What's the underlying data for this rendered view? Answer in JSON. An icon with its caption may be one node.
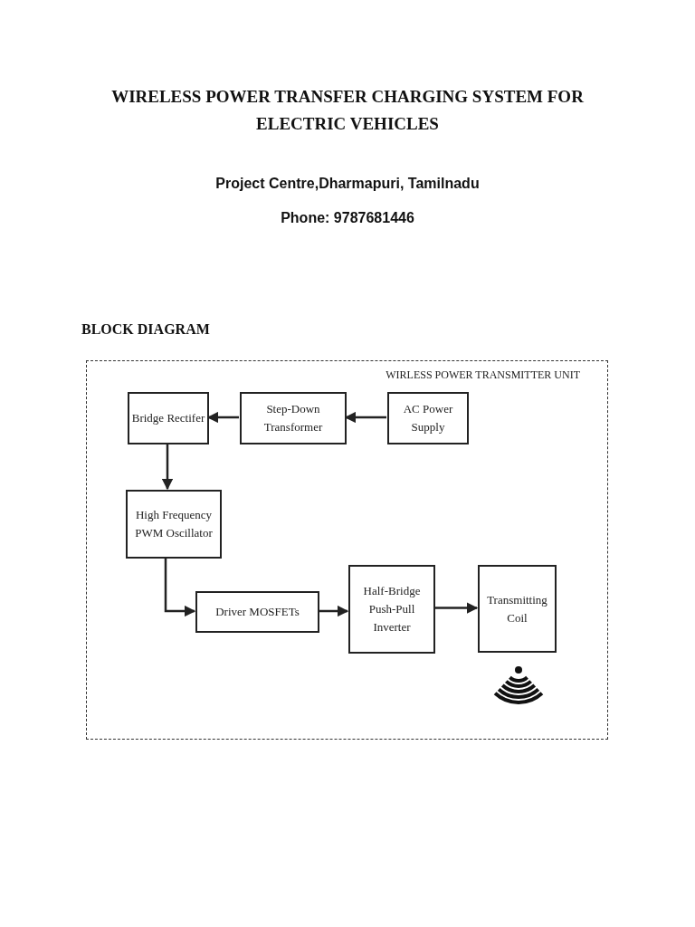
{
  "diagram": {
    "title": "WIRELESS POWER TRANSFER CHARGING SYSTEM FOR ELECTRIC VEHICLES",
    "nodes": [
      {
        "text": [
          "WIRLESS POWER TRANSMITTER UNIT"
        ]
      },
      {
        "text": [
          "Bridge Rectifer"
        ],
        "in": 0
      },
      {
        "text": [
          "Step-Down Transformer"
        ],
        "in": 0
      },
      {
        "text": [
          "AC Power Supply"
        ],
        "in": 0
      },
      {
        "text": [
          "High Frequency PWM Oscillator"
        ],
        "in": 0
      },
      {
        "text": [
          "Driver MOSFETs"
        ],
        "in": 0
      },
      {
        "text": [
          "Half-Bridge Push-Pull Inverter"
        ],
        "in": 0
      },
      {
        "text": [
          "Transmitting Coil"
        ],
        "in": 0
      }
    ],
    "edges": [
      {
        "from": 3,
        "to": 2,
        "arrow": "to"
      },
      {
        "from": 2,
        "to": 1,
        "arrow": "to"
      },
      {
        "from": 1,
        "to": 4,
        "arrow": "to"
      },
      {
        "from": 4,
        "to": 5,
        "arrow": "to"
      },
      {
        "from": 5,
        "to": 6,
        "arrow": "to"
      },
      {
        "from": 6,
        "to": 7,
        "arrow": "to"
      }
    ],
    "labels": [
      "Project Centre,Dharmapuri, Tamilnadu",
      "Phone: 9787681446",
      "BLOCK DIAGRAM"
    ]
  }
}
